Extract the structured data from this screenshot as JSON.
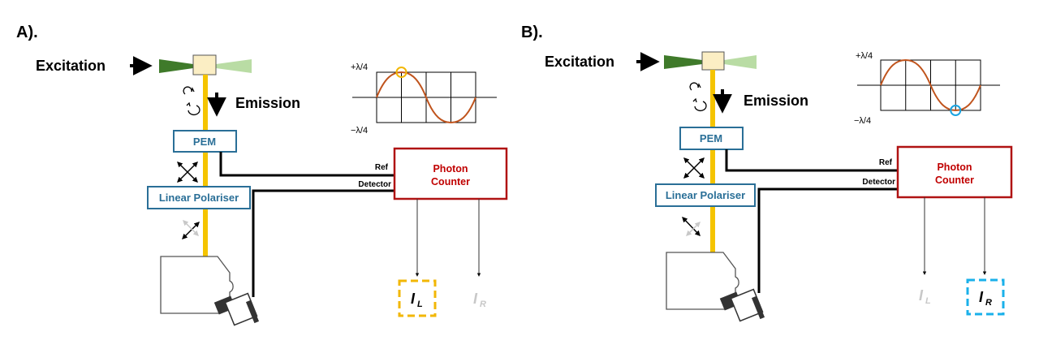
{
  "panels": [
    {
      "label": "A).",
      "excitation": "Excitation",
      "emission": "Emission",
      "pem": "PEM",
      "polariser": "Linear Polariser",
      "counter": [
        "Photon",
        "Counter"
      ],
      "ref": "Ref",
      "detector": "Detector",
      "phase_top": "+λ/4",
      "phase_bottom": "−λ/4",
      "outputs": [
        {
          "main": "I",
          "sub": "L",
          "active": true
        },
        {
          "main": "I",
          "sub": "R",
          "active": false
        }
      ],
      "marker": "peak",
      "marker_color": "#f2b705",
      "active_color": "#f2b705"
    },
    {
      "label": "B).",
      "excitation": "Excitation",
      "emission": "Emission",
      "pem": "PEM",
      "polariser": "Linear Polariser",
      "counter": [
        "Photon",
        "Counter"
      ],
      "ref": "Ref",
      "detector": "Detector",
      "phase_top": "+λ/4",
      "phase_bottom": "−λ/4",
      "outputs": [
        {
          "main": "I",
          "sub": "L",
          "active": false
        },
        {
          "main": "I",
          "sub": "R",
          "active": true
        }
      ],
      "marker": "trough",
      "marker_color": "#1aa3e0",
      "active_color": "#1ab0ea"
    }
  ],
  "colors": {
    "beam": "#f5c400",
    "box_border": "#2a6f97",
    "counter_border": "#b01313",
    "wave": "#c0541d",
    "excitation_dark": "#3f7a2a",
    "excitation_light": "#b9dca4",
    "inactive": "#c8c8c8"
  }
}
